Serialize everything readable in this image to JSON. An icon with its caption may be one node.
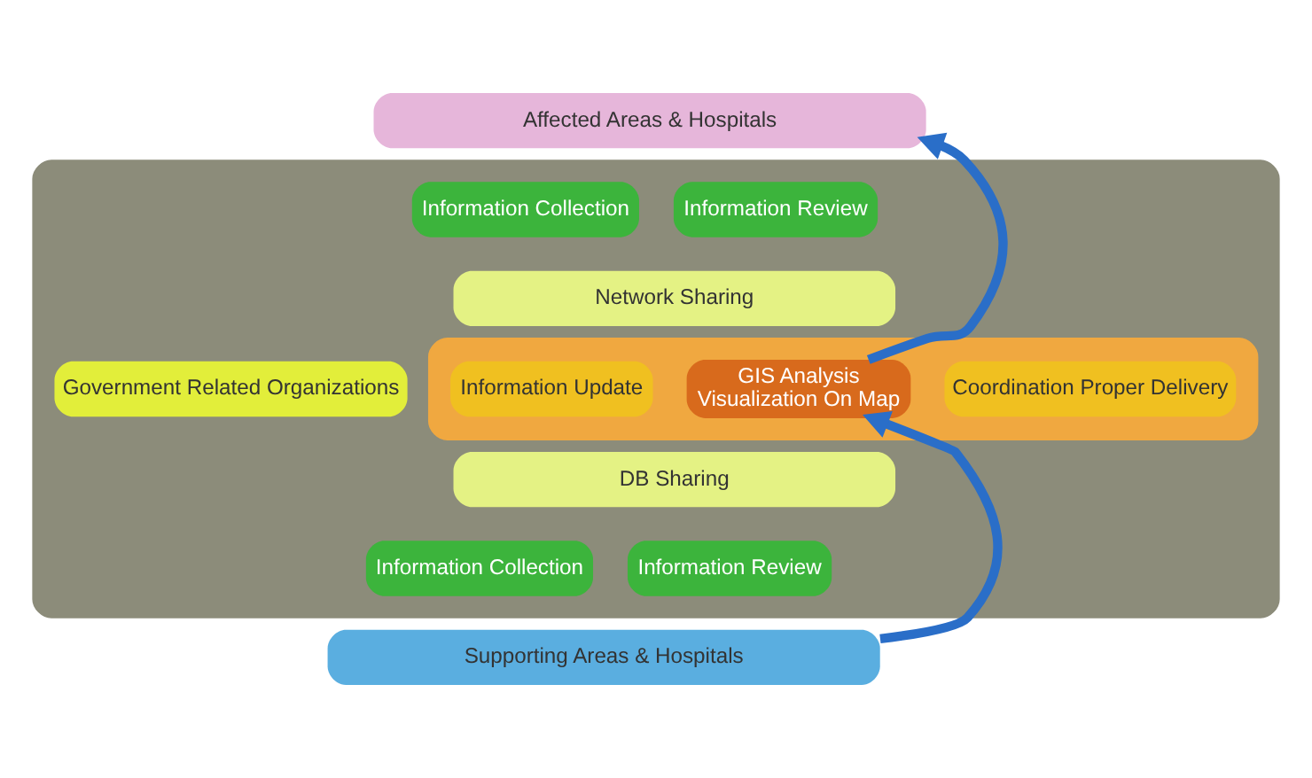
{
  "diagram": {
    "nodes": [
      {
        "text": [
          "Affected Areas & Hospitals"
        ]
      },
      {
        "text": [],
        "shape": "box"
      },
      {
        "text": [
          "Information Collection"
        ],
        "in": 1
      },
      {
        "text": [
          "Information Review"
        ],
        "in": 1
      },
      {
        "text": [
          "Network Sharing"
        ],
        "in": 1
      },
      {
        "text": [
          "Government Related Organizations"
        ],
        "in": 1
      },
      {
        "text": [],
        "shape": "box",
        "in": 1
      },
      {
        "text": [
          "GIS Analysis",
          "Visualization On Map"
        ],
        "in": 6
      },
      {
        "text": [
          "Information Update"
        ],
        "in": 6
      },
      {
        "text": [
          "Coordination Proper Delivery"
        ],
        "in": 6
      },
      {
        "text": [
          "DB Sharing"
        ],
        "in": 1
      },
      {
        "text": [
          "Information Collection"
        ],
        "in": 1
      },
      {
        "text": [
          "Information Review"
        ],
        "in": 1
      },
      {
        "text": [
          "Supporting Areas & Hospitals"
        ]
      }
    ],
    "edges": [
      {
        "from": 7,
        "to": 0,
        "arrow": "to"
      },
      {
        "from": 13,
        "to": 7,
        "arrow": "to"
      }
    ]
  }
}
